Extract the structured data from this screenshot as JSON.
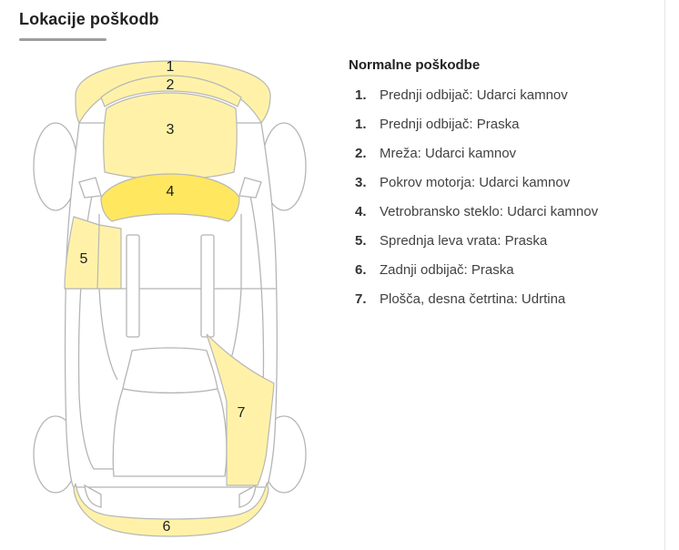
{
  "section": {
    "title": "Lokacije poškodb"
  },
  "colors": {
    "zone_fill": "#fff2a8",
    "zone_fill_active": "#ffe760",
    "zone_stroke": "#b7b7b7",
    "outline": "#b5b5b5",
    "title_underline": "#9e9e9e"
  },
  "car": {
    "labels": [
      "1",
      "2",
      "3",
      "4",
      "5",
      "6",
      "7"
    ]
  },
  "damages": {
    "group_title": "Normalne poškodbe",
    "items": [
      {
        "num": "1.",
        "text": "Prednji odbijač: Udarci kamnov"
      },
      {
        "num": "1.",
        "text": "Prednji odbijač: Praska"
      },
      {
        "num": "2.",
        "text": "Mreža: Udarci kamnov"
      },
      {
        "num": "3.",
        "text": "Pokrov motorja: Udarci kamnov"
      },
      {
        "num": "4.",
        "text": "Vetrobransko steklo: Udarci kamnov"
      },
      {
        "num": "5.",
        "text": "Sprednja leva vrata: Praska"
      },
      {
        "num": "6.",
        "text": "Zadnji odbijač: Praska"
      },
      {
        "num": "7.",
        "text": "Plošča, desna četrtina: Udrtina"
      }
    ]
  }
}
